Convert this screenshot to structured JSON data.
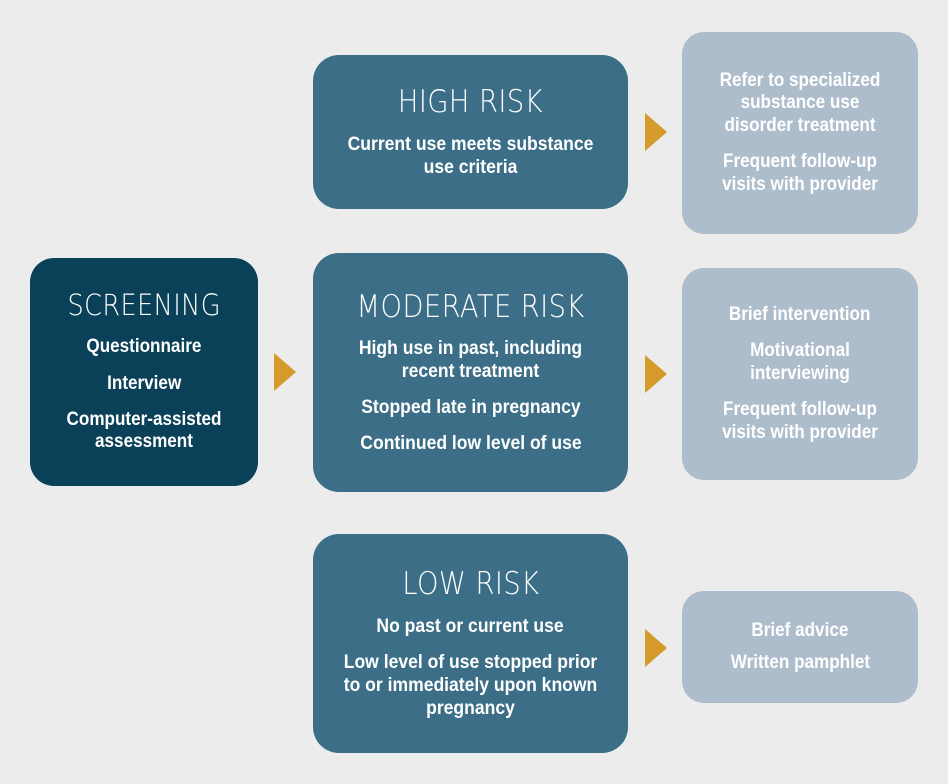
{
  "theme": {
    "background": "#ececec",
    "screening_box_color": "#0b4158",
    "risk_box_color": "#3c6f87",
    "outcome_box_color": "#aebdcc",
    "arrow_color": "#d49a2a",
    "text_color": "#ffffff"
  },
  "screening": {
    "heading": "SCREENING",
    "items": [
      "Questionnaire",
      "Interview",
      "Computer-assisted assessment"
    ]
  },
  "risk_levels": [
    {
      "heading": "HIGH RISK",
      "criteria": [
        "Current use meets substance use criteria"
      ],
      "outcomes": [
        "Refer to specialized substance use disorder treatment",
        "Frequent follow-up visits with provider"
      ]
    },
    {
      "heading": "MODERATE RISK",
      "criteria": [
        "High use in past, including recent treatment",
        "Stopped late in pregnancy",
        "Continued low level of use"
      ],
      "outcomes": [
        "Brief intervention",
        "Motivational interviewing",
        "Frequent follow-up visits with provider"
      ]
    },
    {
      "heading": "LOW RISK",
      "criteria": [
        "No past or current use",
        "Low level of use stopped prior to or immediately upon known pregnancy"
      ],
      "outcomes": [
        "Brief advice",
        "Written pamphlet"
      ]
    }
  ],
  "arrows": {
    "screening_to_risk": "right-arrow-icon",
    "high_to_outcome": "right-arrow-icon",
    "moderate_to_outcome": "right-arrow-icon",
    "low_to_outcome": "right-arrow-icon"
  }
}
